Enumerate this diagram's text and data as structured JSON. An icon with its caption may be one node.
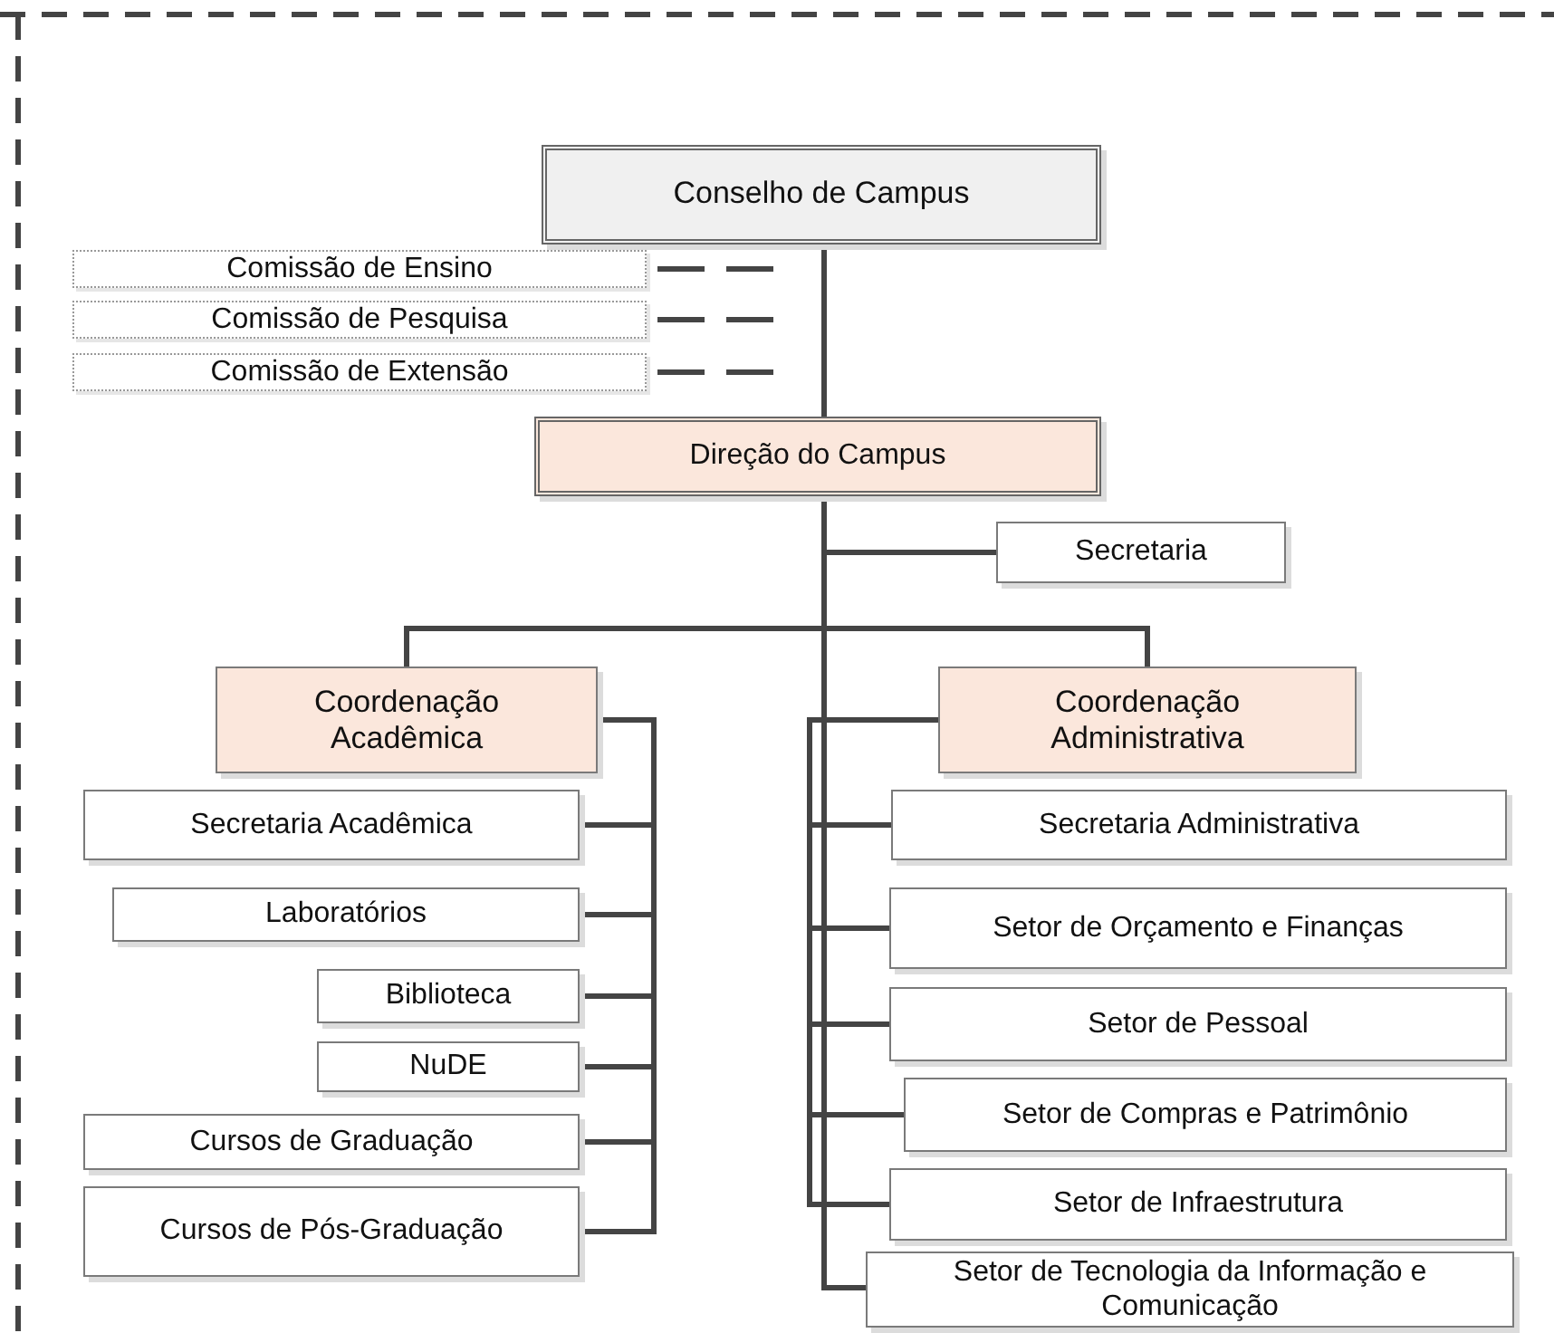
{
  "diagram": {
    "nodes": [
      {
        "text": [
          "Conselho de Campus"
        ]
      },
      {
        "text": [
          "Comissão de Ensino"
        ]
      },
      {
        "text": [
          "Comissão de Pesquisa"
        ]
      },
      {
        "text": [
          "Comissão de Extensão"
        ]
      },
      {
        "text": [
          "Direção do Campus"
        ]
      },
      {
        "text": [
          "Secretaria"
        ]
      },
      {
        "text": [
          "Coordenação Acadêmica"
        ]
      },
      {
        "text": [
          "Secretaria Acadêmica"
        ]
      },
      {
        "text": [
          "Laboratórios"
        ]
      },
      {
        "text": [
          "Biblioteca"
        ]
      },
      {
        "text": [
          "NuDE"
        ]
      },
      {
        "text": [
          "Cursos de Graduação"
        ]
      },
      {
        "text": [
          "Cursos de Pós-Graduação"
        ]
      },
      {
        "text": [
          "Coordenação Administrativa"
        ]
      },
      {
        "text": [
          "Secretaria Administrativa"
        ]
      },
      {
        "text": [
          "Setor de Orçamento e Finanças"
        ]
      },
      {
        "text": [
          "Setor de Pessoal"
        ]
      },
      {
        "text": [
          "Setor de Compras e Patrimônio"
        ]
      },
      {
        "text": [
          "Setor de Infraestrutura"
        ]
      },
      {
        "text": [
          "Setor de Tecnologia da Informação e Comunicação"
        ]
      }
    ],
    "edges": [
      {
        "from": 0,
        "to": 4,
        "arrow": "none"
      },
      {
        "from": 0,
        "to": 1,
        "arrow": "none",
        "style": "dashed"
      },
      {
        "from": 0,
        "to": 2,
        "arrow": "none",
        "style": "dashed"
      },
      {
        "from": 0,
        "to": 3,
        "arrow": "none",
        "style": "dashed"
      },
      {
        "from": 4,
        "to": 5,
        "arrow": "none"
      },
      {
        "from": 4,
        "to": 6,
        "arrow": "none"
      },
      {
        "from": 4,
        "to": 13,
        "arrow": "none"
      },
      {
        "from": 4,
        "to": 19,
        "arrow": "none"
      },
      {
        "from": 6,
        "to": 7,
        "arrow": "none"
      },
      {
        "from": 6,
        "to": 8,
        "arrow": "none"
      },
      {
        "from": 6,
        "to": 9,
        "arrow": "none"
      },
      {
        "from": 6,
        "to": 10,
        "arrow": "none"
      },
      {
        "from": 6,
        "to": 11,
        "arrow": "none"
      },
      {
        "from": 6,
        "to": 12,
        "arrow": "none"
      },
      {
        "from": 13,
        "to": 14,
        "arrow": "none"
      },
      {
        "from": 13,
        "to": 15,
        "arrow": "none"
      },
      {
        "from": 13,
        "to": 16,
        "arrow": "none"
      },
      {
        "from": 13,
        "to": 17,
        "arrow": "none"
      },
      {
        "from": 13,
        "to": 18,
        "arrow": "none"
      }
    ]
  }
}
